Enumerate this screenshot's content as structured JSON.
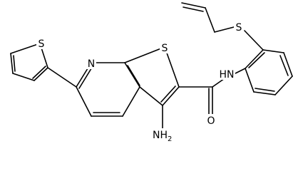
{
  "molecule": {
    "atoms": {
      "s_thiophene": "S",
      "n_pyridine": "N",
      "s_thienopyridine": "S",
      "nh_amide": "HN",
      "s_thioether": "S",
      "o_carbonyl": "O",
      "nh2_main": "NH",
      "nh2_sub": "2"
    }
  },
  "colors": {
    "bond": "#000000",
    "label": "#000000",
    "background": "#ffffff"
  }
}
